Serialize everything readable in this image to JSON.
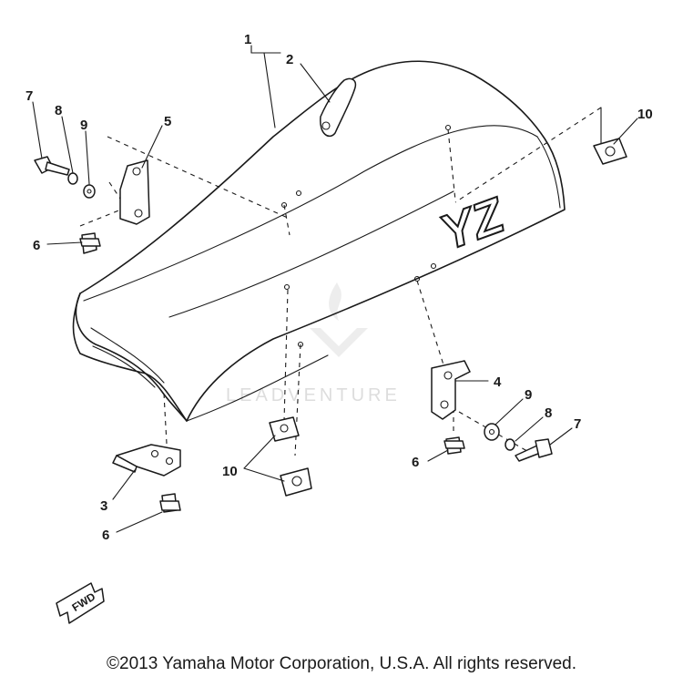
{
  "callouts": {
    "c1": "1",
    "c2": "2",
    "c3": "3",
    "c4": "4",
    "c5": "5",
    "c6a": "6",
    "c6b": "6",
    "c6c": "6",
    "c7a": "7",
    "c7b": "7",
    "c8a": "8",
    "c8b": "8",
    "c9a": "9",
    "c9b": "9",
    "c10a": "10",
    "c10b": "10"
  },
  "seat_logo": "YZ",
  "front_marker": "FWD",
  "watermark": "LEADVENTURE",
  "copyright": "©2013 Yamaha Motor Corporation, U.S.A. All rights reserved.",
  "icons": [
    "flame-logo-watermark-icon",
    "front-arrow-icon"
  ]
}
